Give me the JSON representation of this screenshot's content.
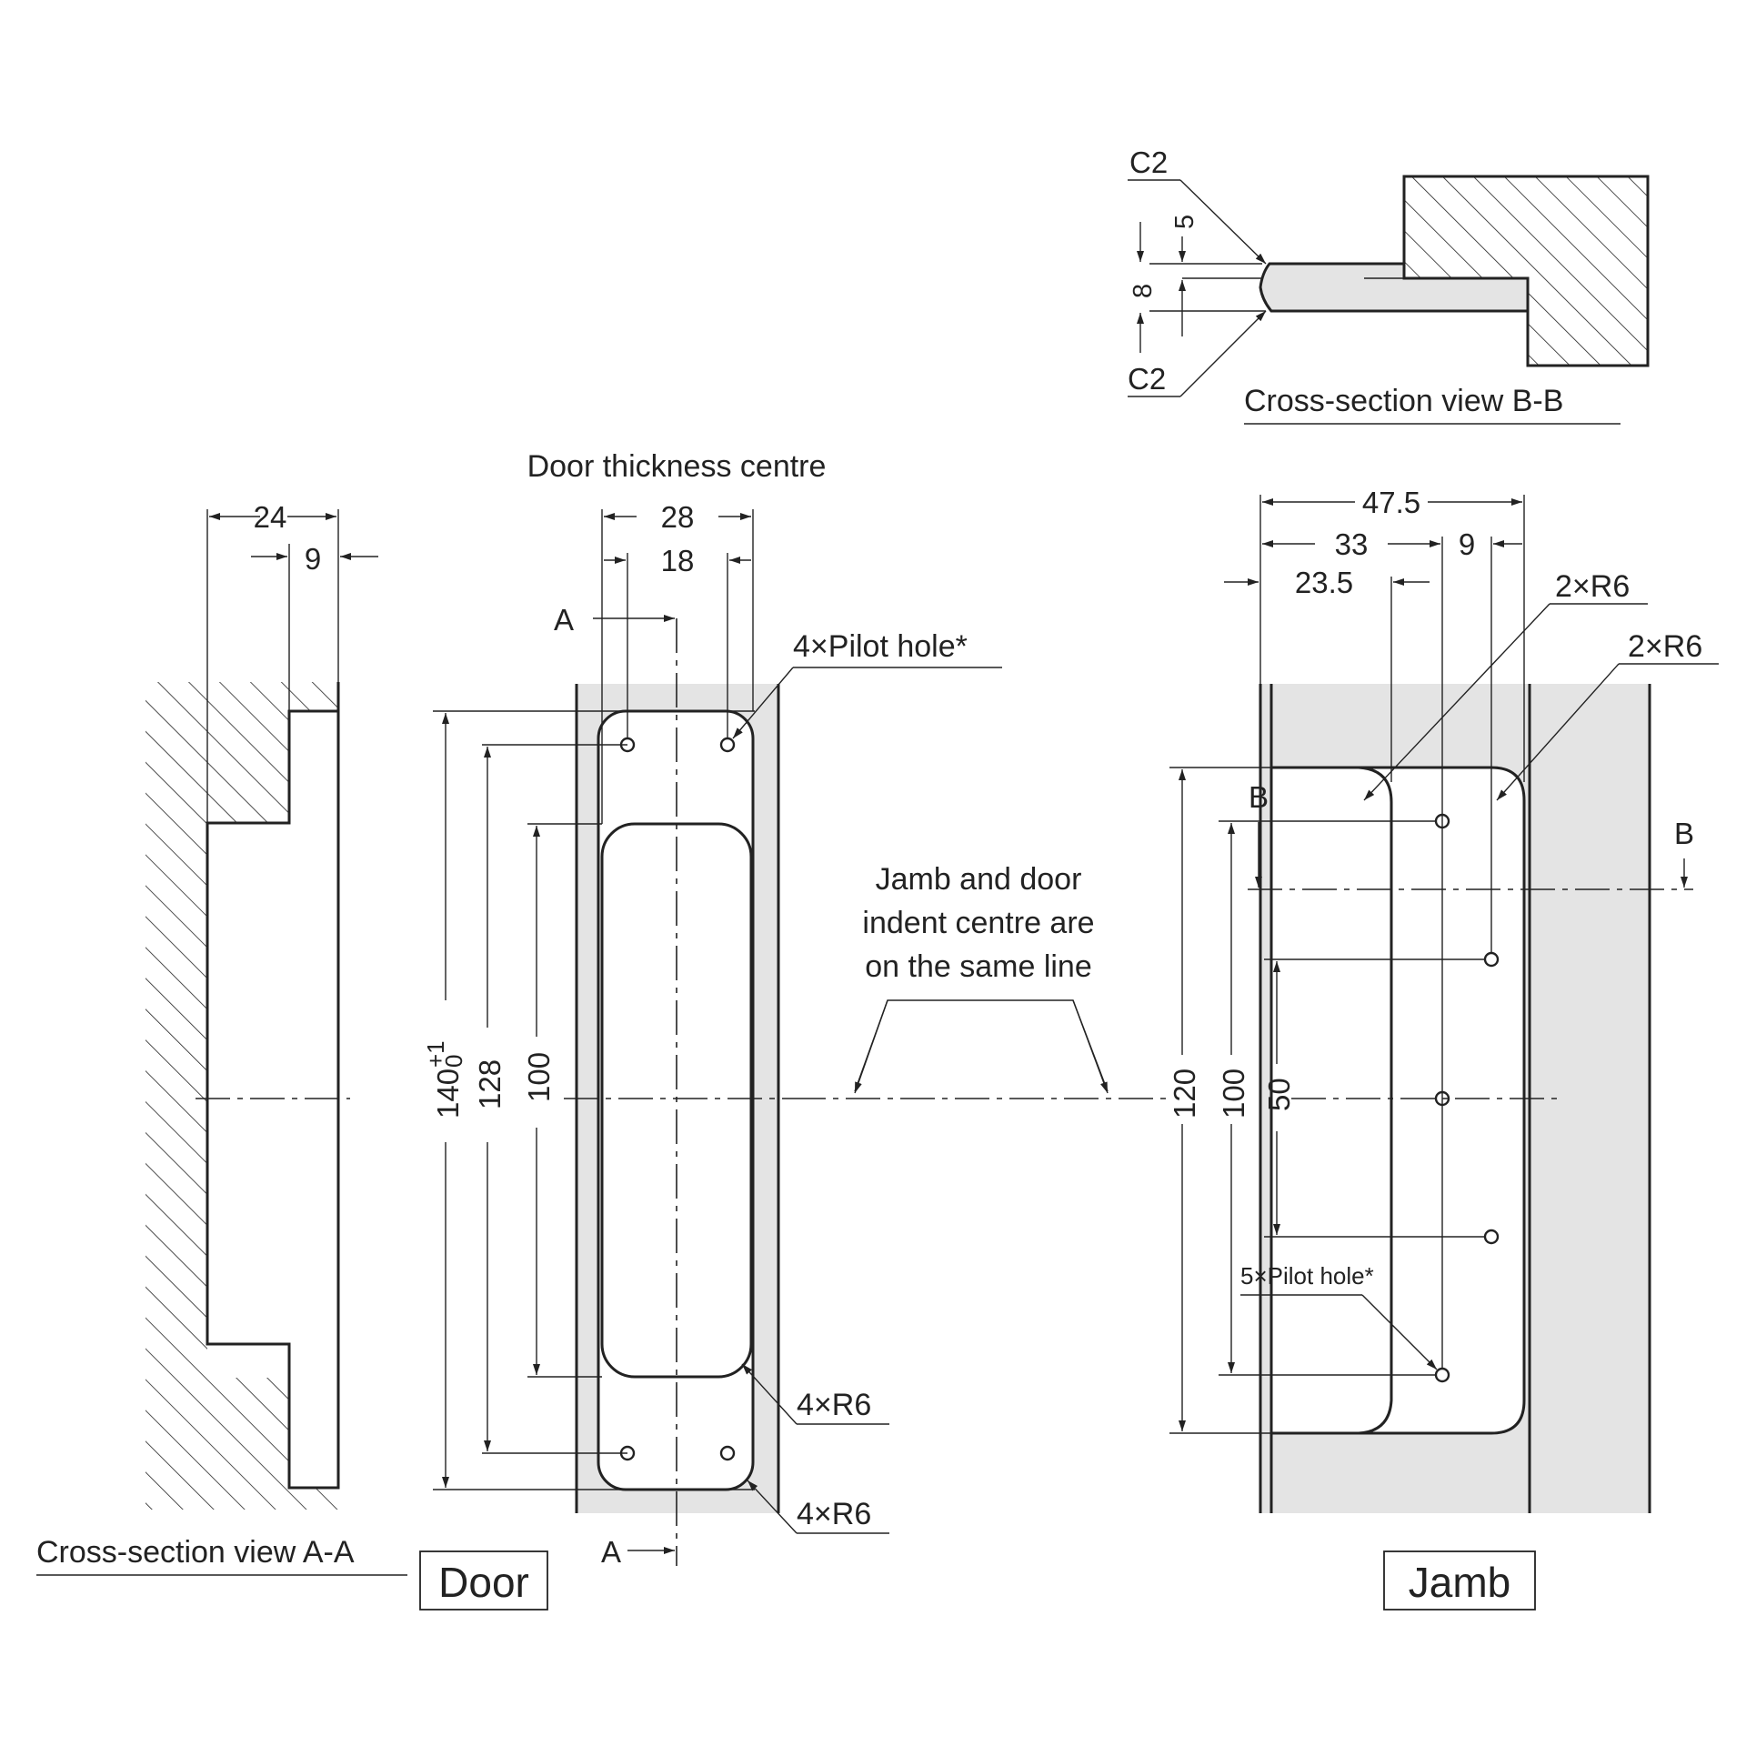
{
  "section_aa": {
    "title": "Cross-section view A-A",
    "dims": [
      "24",
      "9"
    ]
  },
  "door": {
    "label": "Door",
    "center_label": "Door thickness centre",
    "dims": [
      "28",
      "18",
      "140",
      "+1",
      "0",
      "128",
      "100"
    ],
    "section_marks": [
      "A",
      "A"
    ],
    "pilot_hole_note": "4×Pilot hole*",
    "radius_notes": [
      "4×R6",
      "4×R6"
    ]
  },
  "center_note": [
    "Jamb and door",
    "indent centre are",
    "on the same line"
  ],
  "jamb": {
    "label": "Jamb",
    "dims": [
      "47.5",
      "33",
      "9",
      "23.5",
      "120",
      "100",
      "50"
    ],
    "radius_notes": [
      "2×R6",
      "2×R6"
    ],
    "section_marks": [
      "B",
      "B"
    ],
    "pilot_hole_note": "5×Pilot hole*"
  },
  "section_bb": {
    "title": "Cross-section view B-B",
    "chamfer_notes": [
      "C2",
      "C2"
    ],
    "dims": [
      "5",
      "8"
    ]
  },
  "colors": {
    "line": "#222222",
    "shade": "#e4e4e4",
    "background": "#ffffff"
  }
}
